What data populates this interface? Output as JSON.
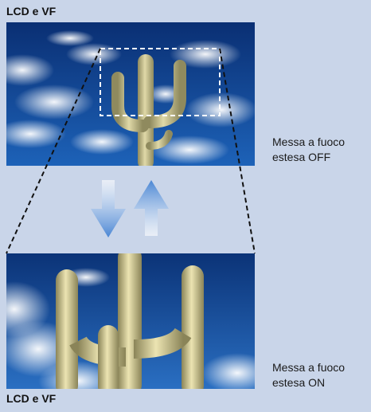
{
  "top_label": "LCD e VF",
  "bottom_label": "LCD e VF",
  "caption_off": [
    "Messa a fuoco",
    "estesa OFF"
  ],
  "caption_on": [
    "Messa a fuoco",
    "estesa ON"
  ],
  "colors": {
    "background": "#c9d5e9",
    "sky": "#0d3c86",
    "arrow": "#5b8fd6",
    "cactus": "#cfc79a"
  },
  "images": {
    "top": "cactus-with-clouds-full-view",
    "bottom": "cactus-enlarged-detail-view"
  },
  "icons": [
    "arrow-down-icon",
    "arrow-up-icon"
  ]
}
